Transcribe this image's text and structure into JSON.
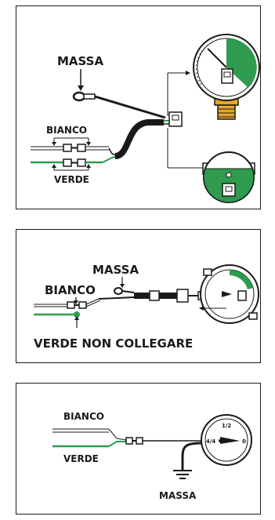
{
  "panel1": {
    "label_massa": "MASSA",
    "label_bianco": "BIANCO",
    "label_verde": "VERDE"
  },
  "panel2": {
    "label_massa": "MASSA",
    "label_bianco": "BIANCO",
    "label_verde_note": "VERDE NON COLLEGARE"
  },
  "panel3": {
    "label_bianco": "BIANCO",
    "label_verde": "VERDE",
    "label_massa": "MASSA",
    "gauge_half": "1/2",
    "gauge_full": "4/4",
    "gauge_zero": "0"
  },
  "colors": {
    "wire_green": "#2e9b4e",
    "gauge_green": "#2e9b4e",
    "brass": "#e6a52a",
    "outline": "#1a1a1a"
  }
}
